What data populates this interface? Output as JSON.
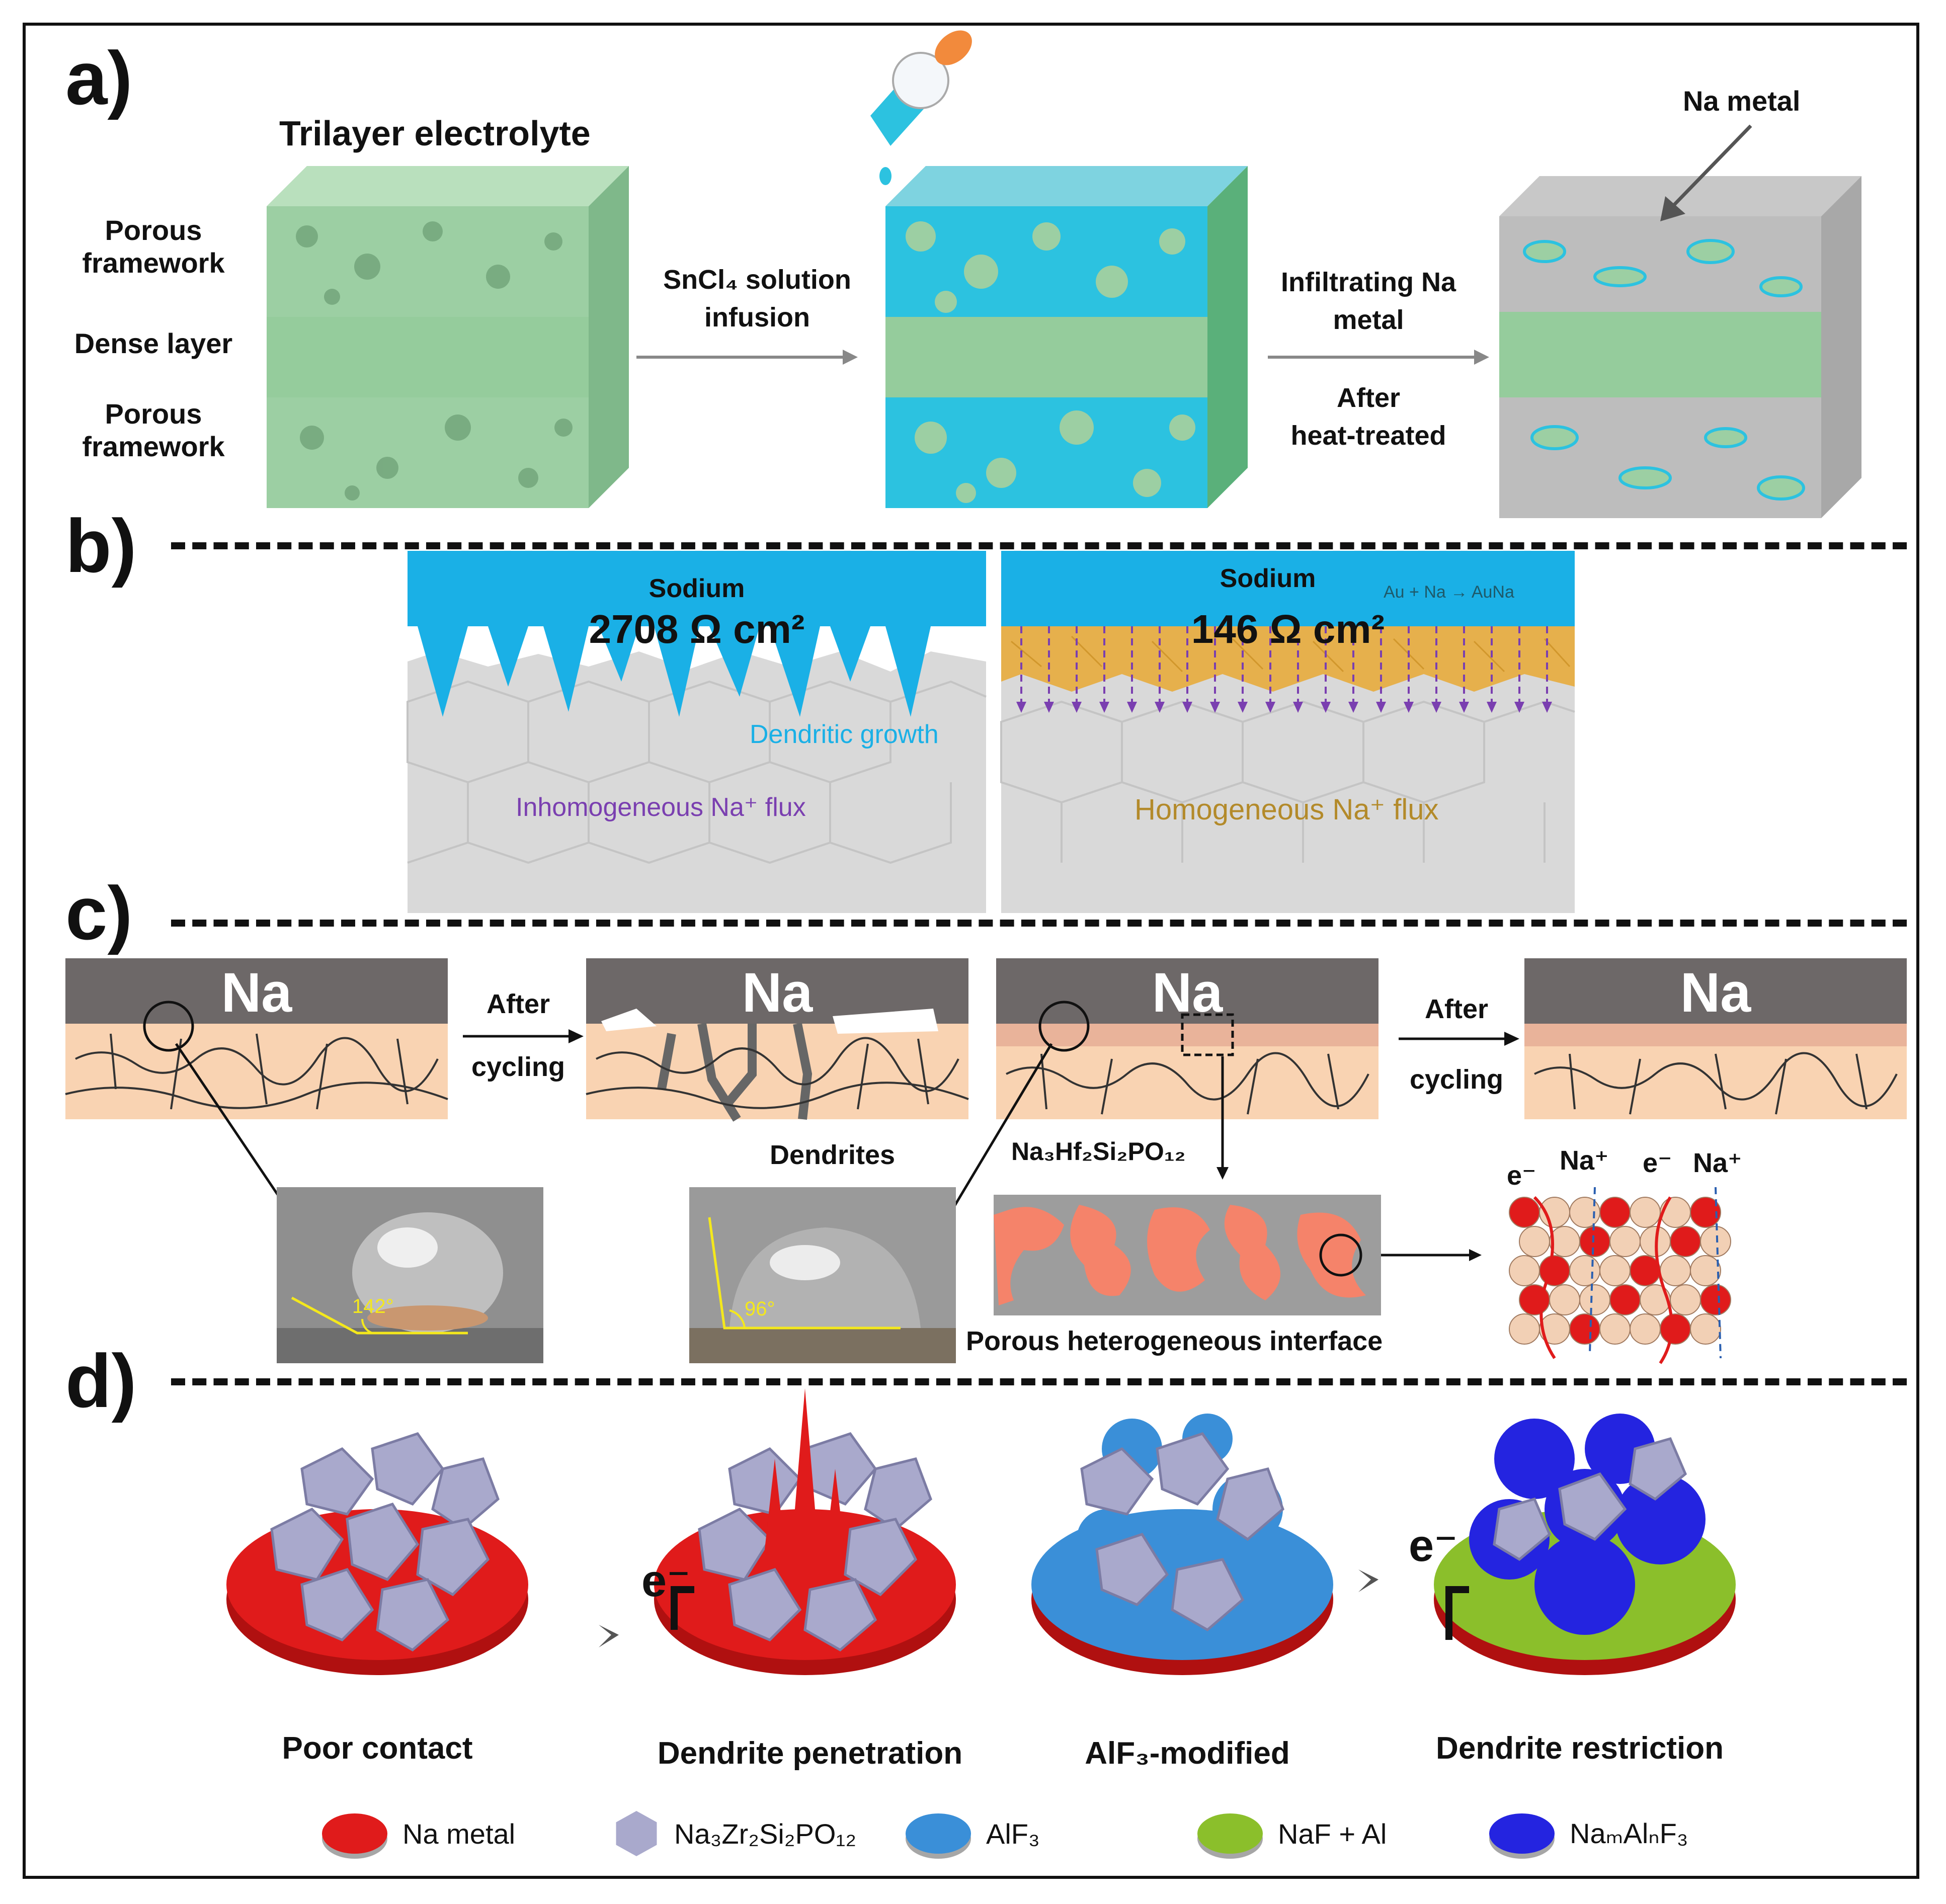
{
  "panels": {
    "a": "a)",
    "b": "b)",
    "c": "c)",
    "d": "d)"
  },
  "panel_a": {
    "title": "Trilayer electrolyte",
    "labels": [
      "Porous framework",
      "Dense layer",
      "Porous framework"
    ],
    "step1": [
      "SnCl₄ solution",
      "infusion"
    ],
    "step2_top": [
      "Infiltrating Na",
      "metal"
    ],
    "step2_bottom": [
      "After",
      "heat-treated"
    ],
    "na_metal": "Na metal"
  },
  "panel_b": {
    "left": {
      "sodium": "Sodium",
      "resistance": "2708 Ω cm²",
      "growth": "Dendritic growth",
      "flux": "Inhomogeneous Na⁺ flux"
    },
    "right": {
      "sodium": "Sodium",
      "reaction": "Au + Na → AuNa",
      "resistance": "146 Ω cm²",
      "flux": "Homogeneous Na⁺ flux"
    }
  },
  "panel_c": {
    "na": "Na",
    "after": "After",
    "cycling": "cycling",
    "dendrites": "Dendrites",
    "angle1": "142°",
    "angle2": "96°",
    "compound": "Na₃Hf₂Si₂PO₁₂",
    "interface": "Porous heterogeneous interface",
    "ions": [
      "e⁻",
      "Na⁺",
      "e⁻",
      "Na⁺"
    ]
  },
  "panel_d": {
    "captions": [
      "Poor contact",
      "Dendrite penetration",
      "AlF₃-modified",
      "Dendrite restriction"
    ],
    "electron": "e⁻",
    "legend": [
      {
        "label": "Na metal",
        "color": "#e01b1b"
      },
      {
        "label": "Na₃Zr₂Si₂PO₁₂",
        "color": "#a9a9cc"
      },
      {
        "label": "AlF₃",
        "color": "#3a8fd8"
      },
      {
        "label": "NaF + Al",
        "color": "#8bbf2b"
      },
      {
        "label": "NaₘAlₙF₃",
        "color": "#2424e0"
      }
    ]
  },
  "colors": {
    "green": "#9ccfa3",
    "cyan": "#2cc2e0",
    "sodium_blue": "#1ab0e6",
    "na_gray": "#6d6868",
    "peach": "#f9d3b2",
    "red": "#e01b1b",
    "purple": "#7a3fb0",
    "gold": "#e0ab3a"
  }
}
